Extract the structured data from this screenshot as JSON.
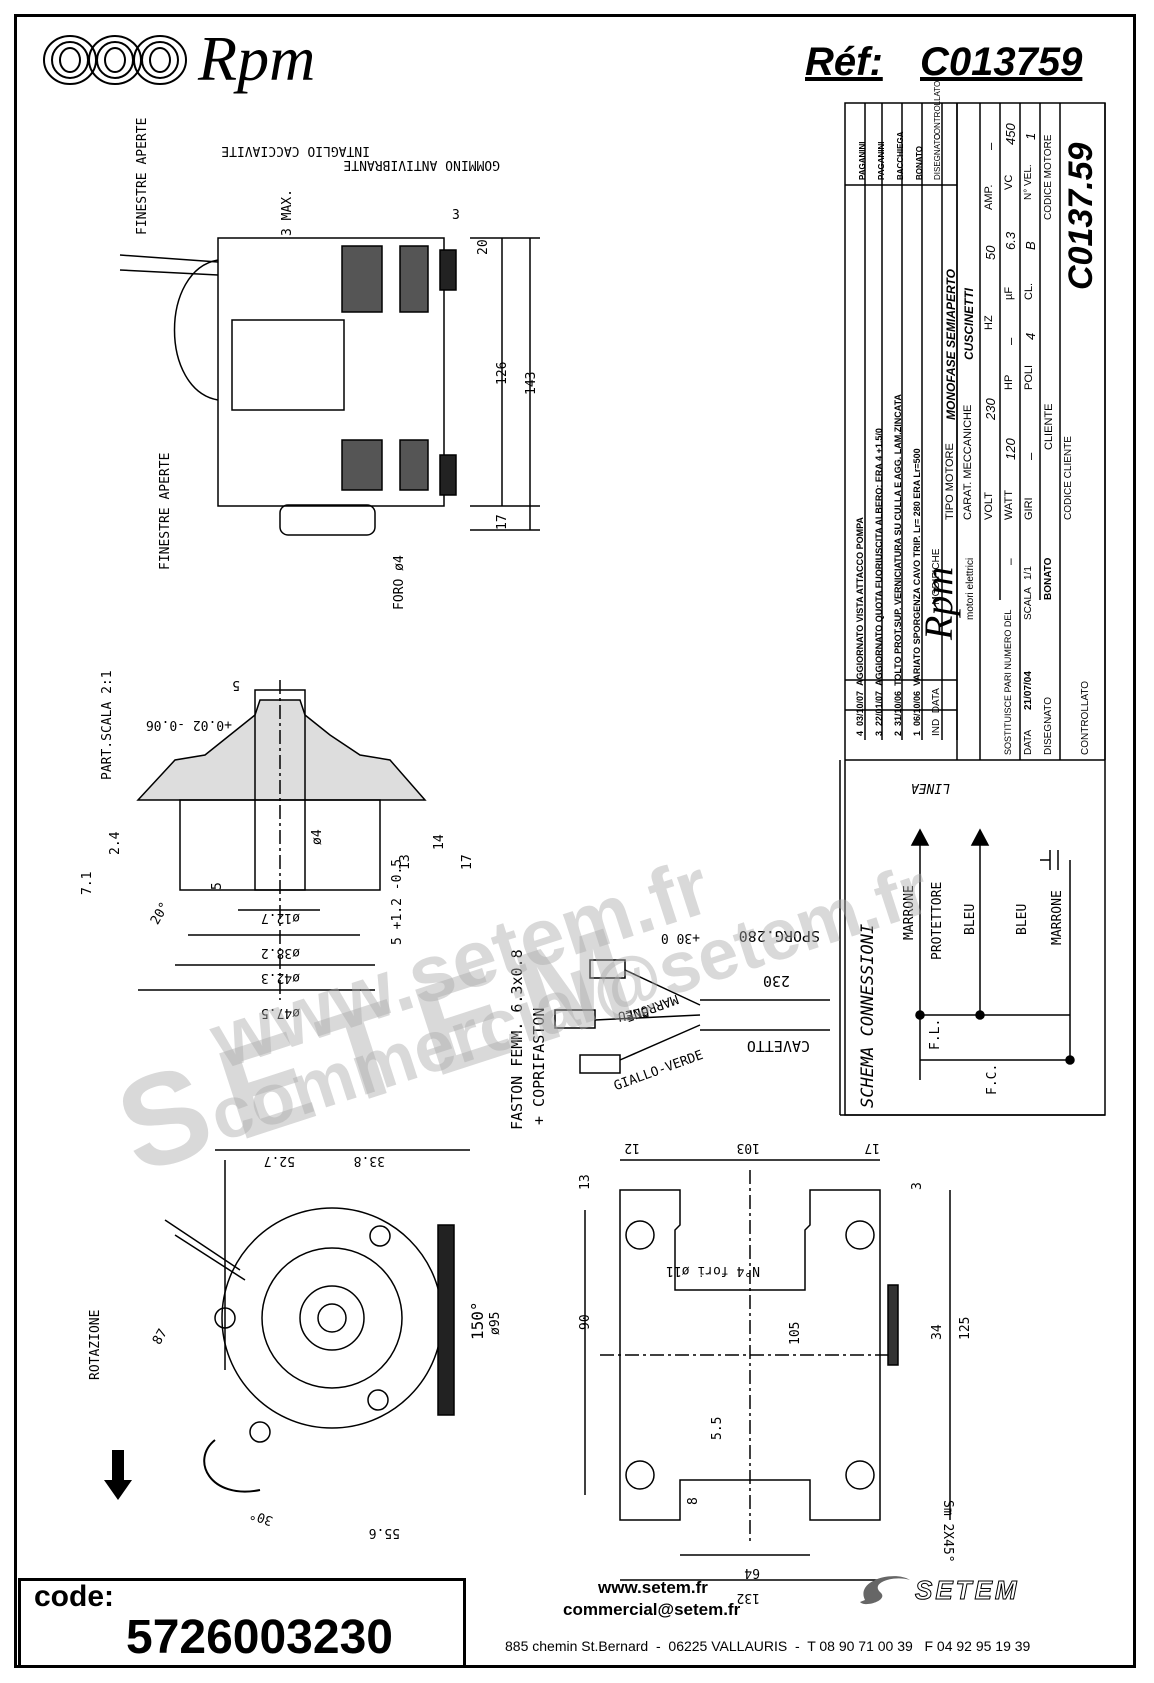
{
  "header": {
    "brand": "Rpm",
    "ref_label": "Réf:",
    "ref_value": "C013759"
  },
  "drawing_labels": {
    "windows_open_top": "FINESTRE APERTE",
    "windows_open_bottom": "FINESTRE APERTE",
    "screw_cut": "INTAGLIO CACCIAVITE",
    "rubber": "GOMMINO ANTIVIBRANTE",
    "max": "3 MAX.",
    "dim_126": "126",
    "dim_143": "143",
    "dim_17_side": "17",
    "dim_20": "20",
    "dim_3": "3",
    "hole": "FORO ø4",
    "part_scale": "PART.SCALA 2:1",
    "shaft_5": "5",
    "shaft_tol": "+0.02 -0.06",
    "d24": "2.4",
    "d71": "7.1",
    "d20deg": "20°",
    "d4": "ø4",
    "d5": "5",
    "d13": "13",
    "d14": "14",
    "d17": "17",
    "d12": "5 +1.2 -0.5",
    "d127": "ø12.7",
    "d382": "ø38.2",
    "d423": "ø42.3",
    "d475": "ø47.5",
    "fastom": "FASTON FEMM. 6.3x0.8",
    "coprifaston": "+ COPRIFASTON",
    "sporg": "SPORG.280",
    "sporg_tol": "+30 0",
    "d230": "230",
    "marrone": "MARRONE",
    "bleu": "BLEU",
    "giallo_verde": "GIALLO-VERDE",
    "cavetto": "CAVETTO",
    "rotazione": "ROTAZIONE",
    "d527": "52.7",
    "d338": "33.8",
    "d87": "87",
    "d95": "ø95",
    "d150": "150°",
    "d30": "30°",
    "d556": "55.6",
    "b103": "103",
    "b12": "12",
    "b17": "17",
    "b13": "13",
    "b3": "3",
    "b90": "90",
    "b105": "105",
    "b34": "34",
    "b125": "125",
    "b55": "5.5",
    "b8": "8",
    "b64": "64",
    "b132": "132",
    "holes": "N°4 fori ø11",
    "sm": "Sm 2X45°"
  },
  "schema": {
    "title": "SCHEMA CONNESSIONI",
    "linea": "LINEA",
    "marrone": "MARRONE",
    "protettore": "PROTETTORE",
    "bleu1": "BLEU",
    "bleu2": "BLEU",
    "marrone2": "MARRONE",
    "fl": "F.L.",
    "fc": "F.C."
  },
  "title_block": {
    "revisions": [
      {
        "ind": "4",
        "date": "03/10/07",
        "desc": "AGGIORNATO VISTA ATTACCO POMPA",
        "dis": "PAGANINI"
      },
      {
        "ind": "3",
        "date": "22/01/07",
        "desc": "AGGIORNATO QUOTA FUORIUSCITA ALBERO: ERA 4 +1.5/0",
        "dis": "PAGANINI"
      },
      {
        "ind": "2",
        "date": "31/10/06",
        "desc": "TOLTO PROT.SUP. VERNICIATURA SU CULLA E AGG. LAM.ZINCATA",
        "dis": "BACCHIEGA"
      },
      {
        "ind": "1",
        "date": "06/10/06",
        "desc": "VARIATO SPORGENZA CAVO TRIP. Lr= 280 ERA Lr=500",
        "dis": "BONATO"
      }
    ],
    "ind_hdr": "IND",
    "data_hdr": "DATA",
    "modifiche": "MODIFICHE",
    "disegnato": "DISEGNATO",
    "controllato": "CONTROLLATO",
    "tipo_motore": "TIPO MOTORE",
    "tipo_val": "MONOFASE SEMIAPERTO",
    "carat": "CARAT. MECCANICHE",
    "carat_val": "CUSCINETTI",
    "volt_l": "VOLT",
    "volt": "230",
    "hz_l": "HZ",
    "hz": "50",
    "amp_l": "AMP.",
    "amp": "–",
    "watt_l": "WATT",
    "watt": "120",
    "hp_l": "HP",
    "hp": "–",
    "uf_l": "µF",
    "uf": "6.3",
    "vc_l": "VC",
    "vc": "450",
    "giri_l": "GIRI",
    "giri": "–",
    "poli_l": "POLI",
    "poli": "4",
    "cl_l": "CL.",
    "cl": "B",
    "nvel_l": "N° VEL.",
    "nvel": "1",
    "cliente": "CLIENTE",
    "codice_motore": "CODICE MOTORE",
    "codice_motore_val": "C0137.59",
    "codice_cliente": "CODICE CLIENTE",
    "brand": "Rpm",
    "brand_sub": "motori elettrici",
    "sostituisce": "SOSTITUISCE PARI NUMERO DEL",
    "sost_val": "–",
    "scala_l": "SCALA",
    "scala": "1/1",
    "data_l": "DATA",
    "data": "21/07/04",
    "dis_l": "DISEGNATO",
    "dis": "BONATO",
    "contr_l": "CONTROLLATO"
  },
  "watermark": {
    "line1": "www.setem.fr",
    "line2": "SETEM",
    "line3": "commercial@setem.fr"
  },
  "footer": {
    "code_label": "code:",
    "code_value": "5726003230",
    "web": "www.setem.fr",
    "email": "commercial@setem.fr",
    "address": "885 chemin St.Bernard  -  06225 VALLAURIS  -  T 08 90 71 00 39   F 04 92 95 19 39",
    "setem_logo": "SETEM"
  }
}
